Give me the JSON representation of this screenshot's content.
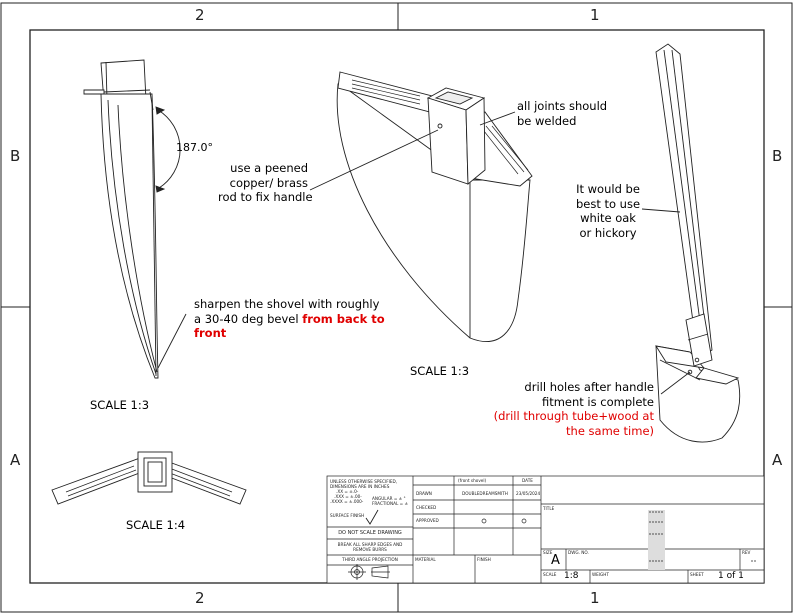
{
  "zones": {
    "top": [
      "2",
      "1"
    ],
    "bottom": [
      "2",
      "1"
    ],
    "left": [
      "B",
      "A"
    ],
    "right": [
      "B",
      "A"
    ]
  },
  "views": {
    "side": {
      "angle": "187.0°",
      "note": [
        "sharpen the shovel with roughly",
        "a 30-40 deg bevel "
      ],
      "note_red": [
        "from back to",
        "front"
      ],
      "scale": "SCALE 1:3"
    },
    "iso": {
      "note_weld": [
        "all joints should",
        "be welded"
      ],
      "note_rod": [
        "use a peened",
        "copper/ brass",
        "rod to fix handle"
      ],
      "scale": "SCALE 1:3"
    },
    "handle": {
      "note_wood": [
        "It would be",
        "best to use",
        "white oak",
        "or hickory"
      ],
      "note_drill": [
        "drill holes after handle",
        "fitment is complete"
      ],
      "note_drill_red": [
        "(drill through tube+wood at",
        "the same time)"
      ]
    },
    "top": {
      "scale": "SCALE 1:4"
    }
  },
  "title_block": {
    "tolerances": [
      "UNLESS OTHERWISE SPECIFIED,",
      "DIMENSIONS ARE IN INCHES",
      ".XX = ±.0-",
      ".XXX = ±.00-",
      ".XXXX = ±.000-"
    ],
    "angular": [
      "ANGULAR = ± °",
      "FRACTIONAL = ±"
    ],
    "surface_finish": "SURFACE FINISH",
    "do_not_scale": "DO NOT SCALE DRAWING",
    "break_edges": [
      "BREAK ALL SHARP EDGES AND",
      "REMOVE BURRS"
    ],
    "projection": "THIRD ANGLE PROJECTION",
    "material": "MATERIAL",
    "finish": "FINISH",
    "name_header": "(front shovel)",
    "date_header": "DATE",
    "drawn": "DRAWN",
    "drawn_name": "DOUBLEDREAMSMITH",
    "drawn_date": "23/05/2024",
    "checked": "CHECKED",
    "approved": "APPROVED",
    "title_label": "TITLE",
    "size_label": "SIZE",
    "size": "A",
    "dwg_no_label": "DWG. NO.",
    "rev_label": "REV",
    "scale_label": "SCALE",
    "scale": "1:8",
    "weight_label": "WEIGHT",
    "sheet_label": "SHEET",
    "sheet": "1 of 1"
  }
}
